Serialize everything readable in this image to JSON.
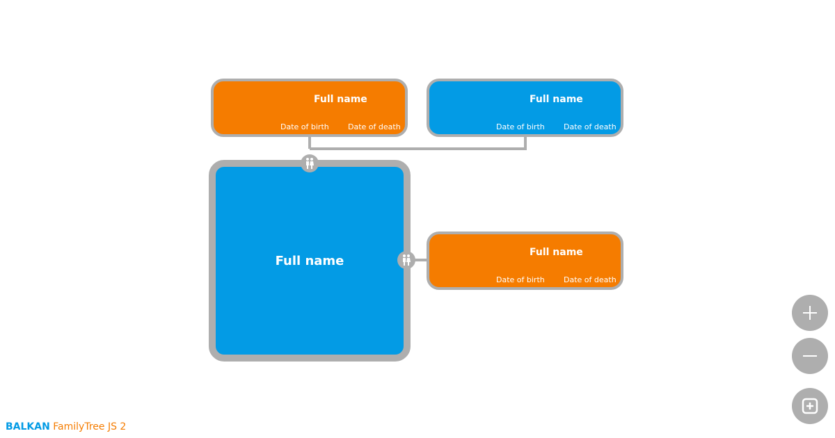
{
  "colors": {
    "male": "#039be5",
    "female": "#f57c00",
    "border": "#aeaeae",
    "link": "#aeaeae"
  },
  "nodes": [
    {
      "name": "Full name",
      "dob": "Date of birth",
      "dod": "Date of death",
      "gender": "female"
    },
    {
      "name": "Full name",
      "dob": "Date of birth",
      "dod": "Date of death",
      "gender": "male"
    },
    {
      "name": "Full name",
      "gender": "male"
    },
    {
      "name": "Full name",
      "dob": "Date of birth",
      "dod": "Date of death",
      "gender": "female"
    }
  ],
  "controls": {
    "zoom_in_icon": "plus-icon",
    "zoom_out_icon": "minus-icon",
    "fit_icon": "fit-icon"
  },
  "brand": {
    "name": "BALKAN",
    "product": "FamilyTree JS 2",
    "name_color": "#039be5",
    "product_color": "#f57c00"
  }
}
